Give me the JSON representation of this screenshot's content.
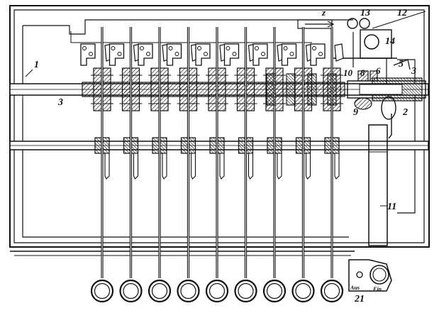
{
  "labels": {
    "l1": "1",
    "l2": "2",
    "l3a": "3",
    "l3b": "3",
    "l5": "5",
    "l6": "6",
    "l8": "8",
    "l9": "9",
    "l10": "10",
    "l11": "11",
    "l12": "12",
    "l13": "13",
    "l14": "14",
    "l21": "21",
    "lz": "z",
    "aus": "Aus",
    "ein": "Ein"
  },
  "rod_count": 9,
  "colors": {
    "ink": "#111111",
    "paper": "#ffffff"
  }
}
